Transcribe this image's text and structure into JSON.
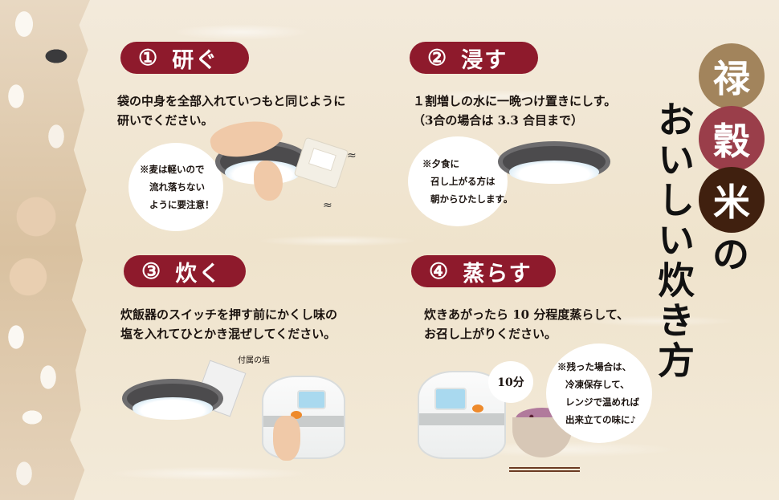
{
  "title": {
    "circles": [
      {
        "char": "禄",
        "color": "#a2845c"
      },
      {
        "char": "穀",
        "color": "#9a3e4a"
      },
      {
        "char": "米",
        "color": "#40200f"
      }
    ],
    "particle": "の",
    "subtitle": "おいしい炊き方"
  },
  "steps": [
    {
      "number": "①",
      "heading": "研ぐ",
      "lines": [
        "袋の中身を全部入れていつもと同じように",
        "研いでください。"
      ],
      "note": [
        "※麦は軽いので",
        "流れ落ちない",
        "ように要注意！"
      ]
    },
    {
      "number": "②",
      "heading": "浸す",
      "lines": [
        "１割増しの水に一晩つけ置きにしす。",
        "（3合の場合は 3.3 合目まで）"
      ],
      "note": [
        "※夕食に",
        "召し上がる方は",
        "朝からひたします。"
      ]
    },
    {
      "number": "③",
      "heading": "炊く",
      "lines": [
        "炊飯器のスイッチを押す前にかくし味の",
        "塩を入れてひとかき混ぜしてください。"
      ],
      "callout": "付属の塩"
    },
    {
      "number": "④",
      "heading": "蒸らす",
      "lines": [
        "炊きあがったら 10 分程度蒸らして、",
        "お召し上がりください。"
      ],
      "timer": "10分",
      "note": [
        "※残った場合は、",
        "冷凍保存して、",
        "レンジで温めれば",
        "出来立ての味に♪"
      ]
    }
  ],
  "colors": {
    "pill": "#8e1a2c",
    "background": "#f3eadb"
  }
}
